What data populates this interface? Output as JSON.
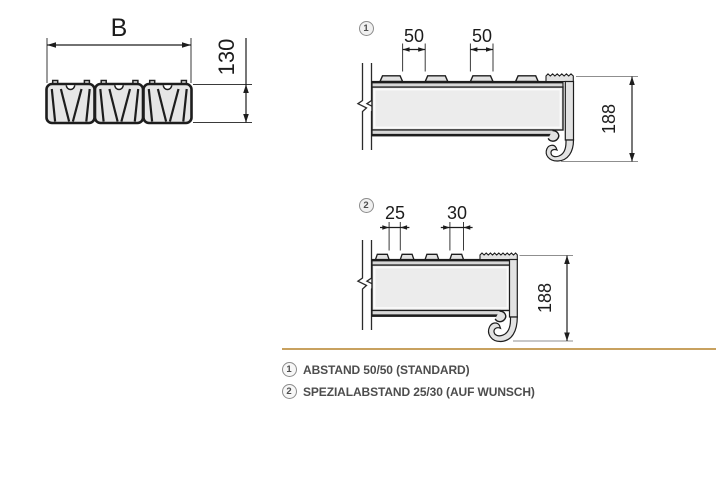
{
  "left_diagram": {
    "width_label": "B",
    "height_label": "130"
  },
  "variant_1": {
    "badge": "1",
    "gap_dim": "50",
    "pad_dim": "50",
    "height_dim": "188"
  },
  "variant_2": {
    "badge": "2",
    "gap_dim": "25",
    "pad_dim": "30",
    "height_dim": "188"
  },
  "legend": {
    "items": [
      {
        "badge": "1",
        "text": "ABSTAND 50/50 (STANDARD)"
      },
      {
        "badge": "2",
        "text": "SPEZIALABSTAND 25/30 (AUF WUNSCH)"
      }
    ]
  },
  "colors": {
    "outline": "#1d1d1d",
    "profile_fill": "#ececec",
    "pad_fill": "#e2e2e2",
    "tread_fill": "#d8d8d8",
    "extension_line": "#8f8f8f",
    "divider": "#c8a15f",
    "legend_text": "#4d4d4d",
    "badge_ring": "#8c8c8c"
  }
}
